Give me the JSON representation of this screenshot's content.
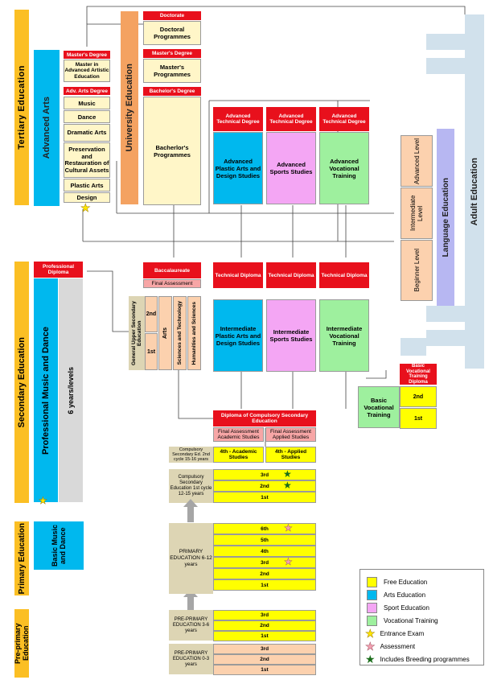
{
  "colors": {
    "free": "#ffff00",
    "arts": "#00b8ee",
    "sport": "#f4a6f4",
    "vocational": "#9ef09e",
    "red": "#e8101c",
    "orange": "#f4a261",
    "cream": "#fff6c8",
    "peach": "#fcd1ae",
    "gray": "#d9d9d9",
    "beige": "#ddd5b4",
    "lightblue": "#d1e1ec",
    "lavender": "#b7b7f2"
  },
  "sections": {
    "tertiary": "Tertiary Education",
    "secondary": "Secondary Education",
    "primary": "Primary Education",
    "preprimary": "Pre-primary Education",
    "adult": "Adult Education",
    "language": "Language Education"
  },
  "advanced_arts": {
    "title": "Advanced Arts",
    "masters_degree": "Master's Degree",
    "masters_program": "Master in Advanced Artistic Education",
    "arts_degree": "Adv. Arts Degree",
    "items": [
      "Music",
      "Dance",
      "Dramatic Arts",
      "Preservation and Restauration of Cultural Assets",
      "Plastic Arts",
      "Design"
    ]
  },
  "university": {
    "title": "University Education",
    "doctorate": "Doctorate",
    "doctoral": "Doctoral Programmes",
    "masters_degree": "Master's Degree",
    "masters": "Master's Programmes",
    "bachelors_degree": "Bachelor's Degree",
    "bachelors": "Bacherlor's Programmes"
  },
  "adv_tech": {
    "degree": "Advanced Technical Degree",
    "plastic": "Advanced Plastic Arts and Design Studies",
    "sports": "Advanced Sports Studies",
    "vocational": "Advanced Vocational Training"
  },
  "language_levels": {
    "advanced": "Advanced Level",
    "intermediate": "Intermediate Level",
    "beginner": "Beginner Level"
  },
  "secondary_block": {
    "prof_diploma": "Professional Diploma",
    "prof_music": "Professional Music and Dance",
    "years": "6 years/levels",
    "baccalaureate": "Baccalaureate",
    "final_assessment": "Final Assessment",
    "general_upper": "General Upper Secondary Education",
    "grade2": "2nd",
    "grade1": "1st",
    "arts": "Arts",
    "sciences": "Sciences and Technology",
    "humanities": "Humanities and Sciences"
  },
  "intermediate": {
    "diploma": "Technical Diploma",
    "plastic": "Intermediate Plastic Arts and Design Studies",
    "sports": "Intermediate Sports Studies",
    "vocational": "Intermediate Vocational Training"
  },
  "basic_vocational": {
    "diploma": "Basic Vocational Training Diploma",
    "title": "Basic Vocational Training",
    "g2": "2nd",
    "g1": "1st"
  },
  "compulsory": {
    "diploma": "Diploma of Compulsory Secondary Education",
    "final_academic": "Final Assessment Academic Studies",
    "final_applied": "Final Assessment Applied Studies",
    "second_cycle": "Compulsory Secondary Ed. 2nd cycle 15-16 years",
    "academic": "4th - Academic Studies",
    "applied": "4th - Applied Studies",
    "first_cycle": "Compulsory Secondary Education 1st cycle 12-15 years",
    "g3": "3rd",
    "g2": "2nd",
    "g1": "1st"
  },
  "primary": {
    "basic_music": "Basic Music and Dance",
    "label": "PRIMARY EDUCATION 6-12 years",
    "grades": [
      "6th",
      "5th",
      "4th",
      "3rd",
      "2nd",
      "1st"
    ]
  },
  "preprimary": {
    "label1": "PRE-PRIMARY EDUCATION 3-6 years",
    "label2": "PRE-PRIMARY EDUCATION 0-3 years",
    "grades": [
      "3rd",
      "2nd",
      "1st"
    ]
  },
  "legend": [
    "Free Education",
    "Arts Education",
    "Sport Education",
    "Vocational Training",
    "Entrance Exam",
    "Assessment",
    "Includes Breeding programmes"
  ]
}
